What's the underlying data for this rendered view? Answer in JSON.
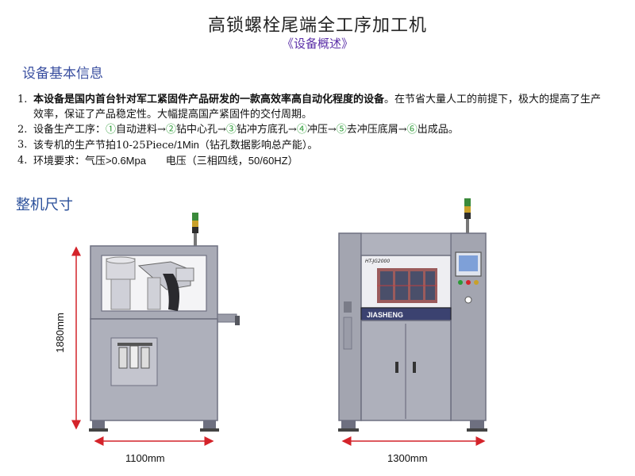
{
  "header": {
    "title": "高锁螺栓尾端全工序加工机",
    "subtitle": "《设备概述》"
  },
  "basic_info": {
    "heading": "设备基本信息",
    "items": [
      {
        "num": "1.",
        "bold": "本设备是国内首台针对军工紧固件产品研发的一款高效率高自动化程度的设备",
        "rest": "。在节省大量人工的前提下，极大的提高了生产效率，保证了产品稳定性。大幅提高国产紧固件的交付周期。"
      },
      {
        "num": "2.",
        "prefix": "设备生产工序：",
        "steps": [
          {
            "mark": "①",
            "text": "自动进料",
            "arrow": "→"
          },
          {
            "mark": "②",
            "text": "钻中心孔",
            "arrow": "→"
          },
          {
            "mark": "③",
            "text": "钻冲方底孔",
            "arrow": "→"
          },
          {
            "mark": "④",
            "text": "冲压",
            "arrow": "→"
          },
          {
            "mark": "⑤",
            "text": "去冲压底屑",
            "arrow": "→"
          },
          {
            "mark": "⑥",
            "text": "出成品",
            "arrow": ""
          }
        ],
        "suffix": "。"
      },
      {
        "num": "3.",
        "a": "该专机的生产节拍10-25Piece",
        "b": "/1Min",
        "c": "（钻孔数据影响总产能）。"
      },
      {
        "num": "4.",
        "a": "环境要求：气压",
        "b": ">0.6Mpa",
        "c": "      电压（三相四线，",
        "d": "50/60HZ",
        "e": "）"
      }
    ]
  },
  "size_section": {
    "heading": "整机尺寸",
    "height_label": "1880mm",
    "width_left_label": "1100mm",
    "width_right_label": "1300mm"
  },
  "machine_right": {
    "model_plate": "HT-JG2000",
    "brand": "JIASHENG"
  },
  "colors": {
    "frame": "#a9abb6",
    "frame_dark": "#6e7080",
    "dimension_line": "#d4232a",
    "step_green": "#2a9a34",
    "heading_blue": "#3a4fa0"
  }
}
